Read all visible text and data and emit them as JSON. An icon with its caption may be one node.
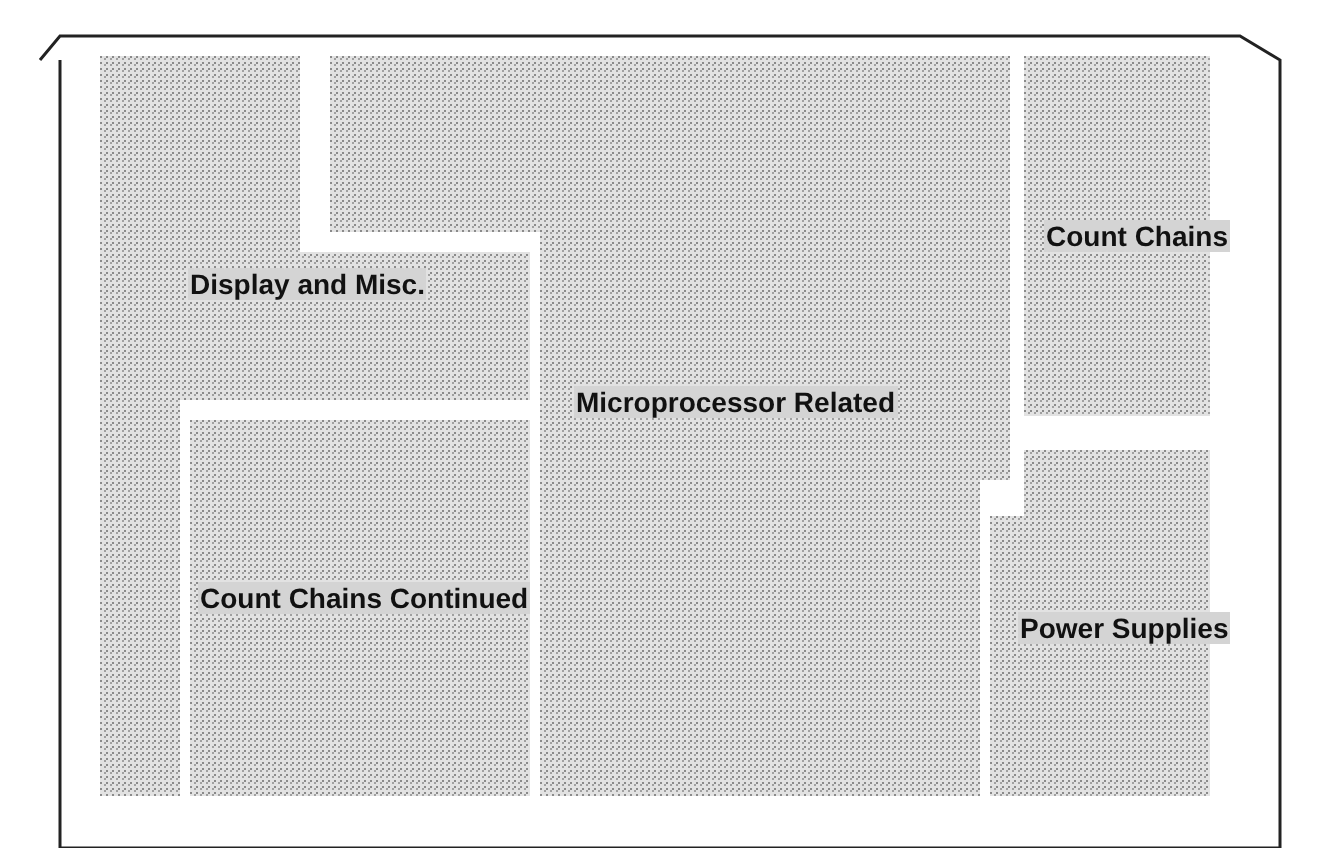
{
  "diagram": {
    "nodes": [
      {
        "text": [],
        "shape": "box"
      },
      {
        "text": [
          "Display and Misc."
        ],
        "in": 0
      },
      {
        "text": [
          "Microprocessor Related"
        ],
        "in": 0
      },
      {
        "text": [
          "Count Chains"
        ],
        "in": 0
      },
      {
        "text": [
          "Count Chains Continued"
        ],
        "in": 0
      },
      {
        "text": [
          "Power Supplies"
        ],
        "in": 0
      }
    ],
    "edges": []
  }
}
